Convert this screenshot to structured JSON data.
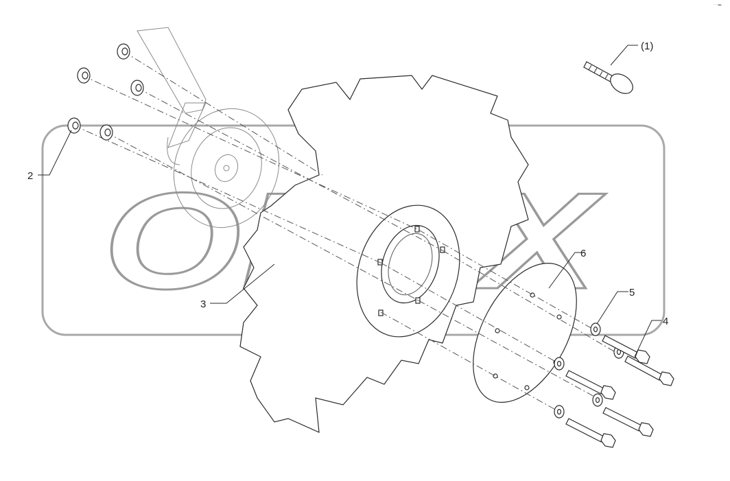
{
  "diagram": {
    "watermark": "OPEX",
    "corner_mark": "··· ▬",
    "callouts": [
      {
        "id": "c1",
        "text": "(1)"
      },
      {
        "id": "c2",
        "text": "2"
      },
      {
        "id": "c3",
        "text": "3"
      },
      {
        "id": "c4",
        "text": "4"
      },
      {
        "id": "c5",
        "text": "5"
      },
      {
        "id": "c6",
        "text": "6"
      }
    ]
  }
}
